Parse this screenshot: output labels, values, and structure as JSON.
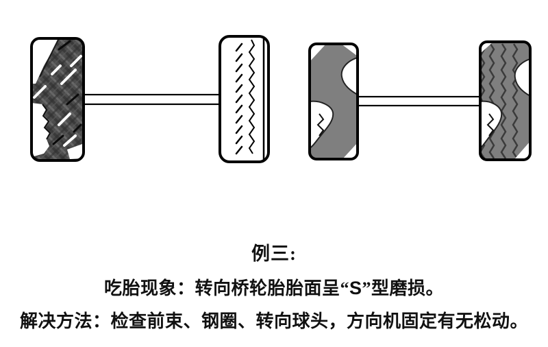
{
  "colors": {
    "ink": "#000000",
    "tire_dark_base": "#4c4c4c",
    "tire_dark_hatch": "#2f2f2f",
    "tire_dark_hatch2": "#6f6f6f",
    "tire_gray": "#7f7f7f",
    "tread_dark": "#3b3b3b",
    "wear_patch": "#ffffff",
    "axle_fill": "#ffffff"
  },
  "figure": {
    "left_axle": {
      "left_tire": "worn-dark-crosshatch-s-wear",
      "right_tire": "normal-tread"
    },
    "right_axle": {
      "left_tire": "worn-gray-s-wear",
      "right_tire": "worn-tread-s-wear"
    }
  },
  "caption": {
    "title": "例三:",
    "phenomenon_prefix": "吃胎现象：转向桥轮胎胎面呈“",
    "phenomenon_s": "S",
    "phenomenon_suffix": "”型磨损。",
    "solution": "解决方法：检查前束、钢圈、转向球头，方向机固定有无松动。"
  }
}
